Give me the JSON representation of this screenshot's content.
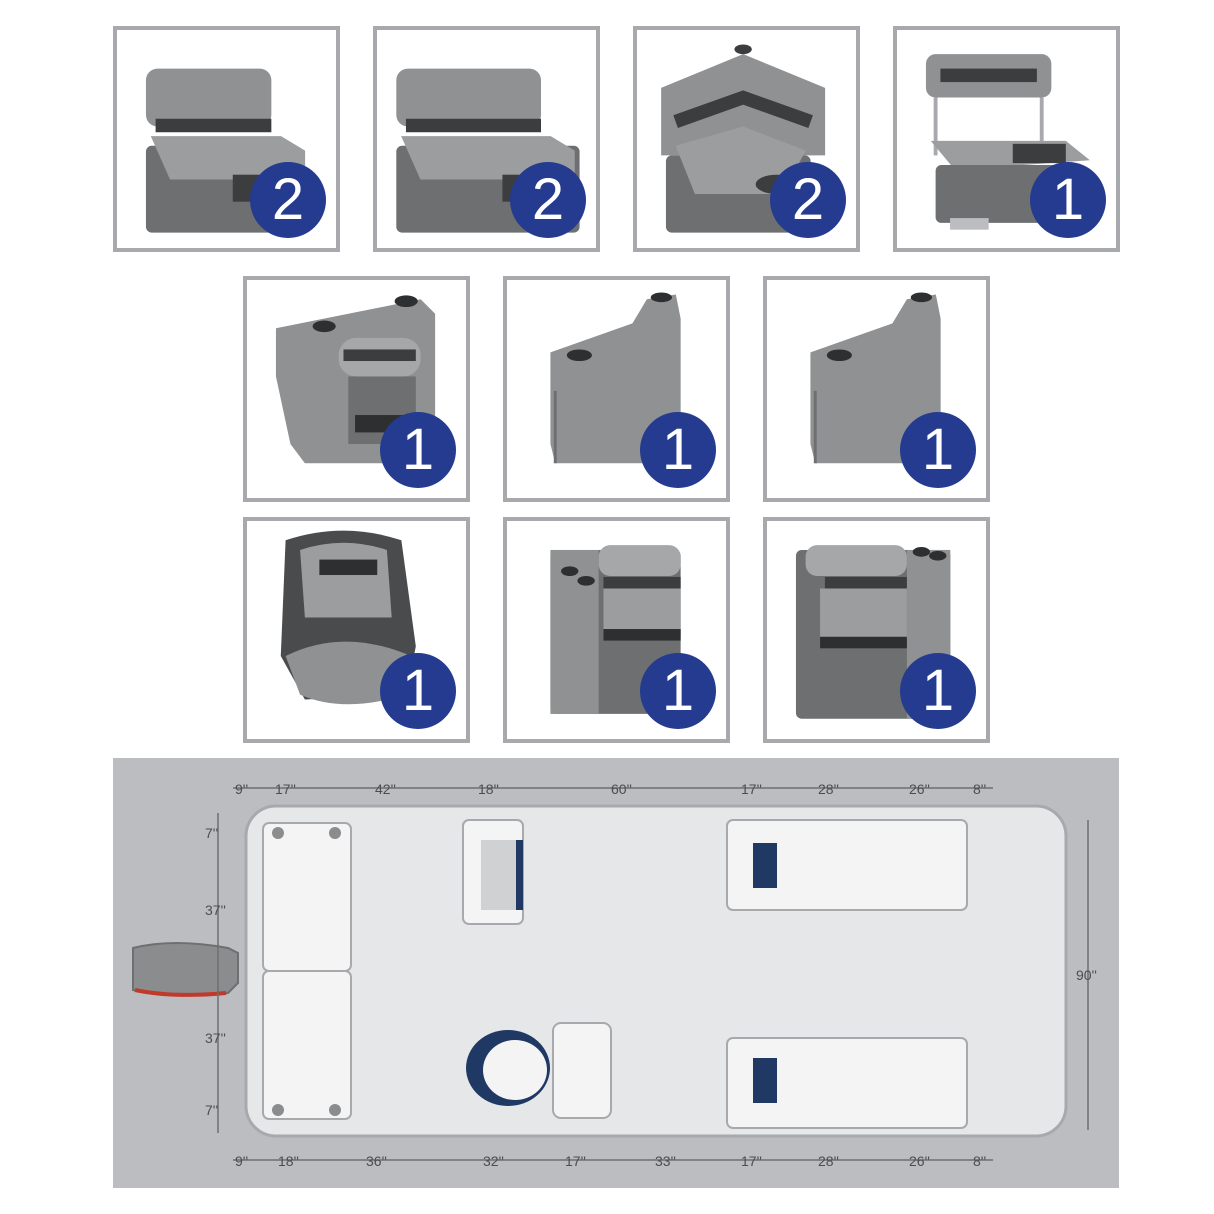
{
  "seat_cards": [
    {
      "name": "lounge-seat-card",
      "quantity": "2"
    },
    {
      "name": "bench-seat-card",
      "quantity": "2"
    },
    {
      "name": "corner-seat-card",
      "quantity": "2"
    },
    {
      "name": "flip-flop-cooler-seat-card",
      "quantity": "1"
    },
    {
      "name": "helm-console-card",
      "quantity": "1"
    },
    {
      "name": "left-arm-rest-card",
      "quantity": "1"
    },
    {
      "name": "right-arm-rest-card",
      "quantity": "1"
    },
    {
      "name": "captain-chair-card",
      "quantity": "1"
    },
    {
      "name": "left-lounger-card",
      "quantity": "1"
    },
    {
      "name": "right-lounger-card",
      "quantity": "1"
    }
  ],
  "layout": {
    "top_dimensions": [
      "9''",
      "17''",
      "42''",
      "18''",
      "60''",
      "17''",
      "28''",
      "26''",
      "8''"
    ],
    "bottom_dimensions": [
      "9''",
      "18''",
      "36''",
      "32''",
      "17''",
      "33''",
      "17''",
      "28''",
      "26''",
      "8''"
    ],
    "left_dimensions": [
      "7''",
      "37''",
      "37''",
      "7''"
    ],
    "right_dimension": "90''"
  },
  "colors": {
    "badge": "#243b8f",
    "card_border": "#a7a9ac",
    "seat_gray": "#8a8c8e",
    "seat_dark": "#3c3d3f",
    "layout_bg": "#bcbdc0",
    "deck": "#e6e7e8",
    "accent_navy": "#1f3864"
  }
}
